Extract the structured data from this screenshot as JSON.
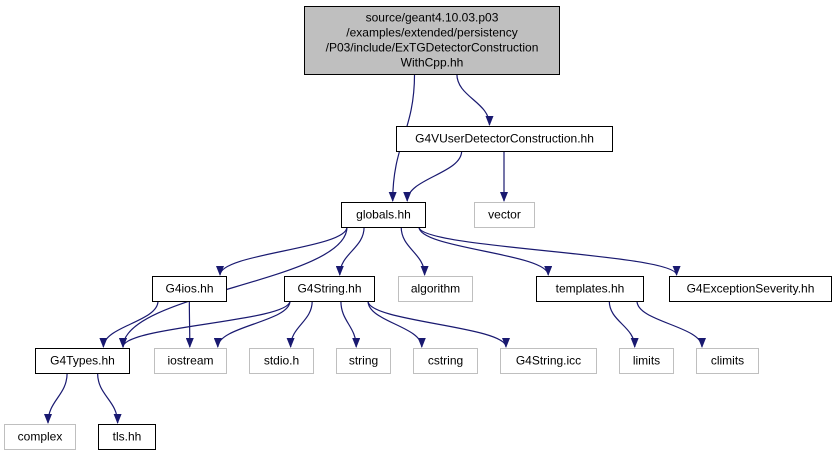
{
  "colors": {
    "root_fill": "#bfbfbf",
    "root_stroke": "#000000",
    "header_stroke": "#000000",
    "external_stroke": "#bfbfbf",
    "edge": "#191970",
    "text": "#000000"
  },
  "nodes": [
    {
      "id": "root",
      "lines": [
        "source/geant4.10.03.p03",
        "/examples/extended/persistency",
        "/P03/include/ExTGDetectorConstruction",
        "WithCpp.hh"
      ],
      "kind": "root"
    },
    {
      "id": "g4vuser",
      "lines": [
        "G4VUserDetectorConstruction.hh"
      ],
      "kind": "header"
    },
    {
      "id": "globals",
      "lines": [
        "globals.hh"
      ],
      "kind": "header"
    },
    {
      "id": "vector",
      "lines": [
        "vector"
      ],
      "kind": "external"
    },
    {
      "id": "g4ios",
      "lines": [
        "G4ios.hh"
      ],
      "kind": "header"
    },
    {
      "id": "g4string",
      "lines": [
        "G4String.hh"
      ],
      "kind": "header"
    },
    {
      "id": "algorithm",
      "lines": [
        "algorithm"
      ],
      "kind": "external"
    },
    {
      "id": "templates",
      "lines": [
        "templates.hh"
      ],
      "kind": "header"
    },
    {
      "id": "g4exc",
      "lines": [
        "G4ExceptionSeverity.hh"
      ],
      "kind": "header"
    },
    {
      "id": "g4types",
      "lines": [
        "G4Types.hh"
      ],
      "kind": "header"
    },
    {
      "id": "iostream",
      "lines": [
        "iostream"
      ],
      "kind": "external"
    },
    {
      "id": "stdio",
      "lines": [
        "stdio.h"
      ],
      "kind": "external"
    },
    {
      "id": "string",
      "lines": [
        "string"
      ],
      "kind": "external"
    },
    {
      "id": "cstring",
      "lines": [
        "cstring"
      ],
      "kind": "external"
    },
    {
      "id": "g4stringicc",
      "lines": [
        "G4String.icc"
      ],
      "kind": "external"
    },
    {
      "id": "limits",
      "lines": [
        "limits"
      ],
      "kind": "external"
    },
    {
      "id": "climits",
      "lines": [
        "climits"
      ],
      "kind": "external"
    },
    {
      "id": "complex",
      "lines": [
        "complex"
      ],
      "kind": "external"
    },
    {
      "id": "tls",
      "lines": [
        "tls.hh"
      ],
      "kind": "header"
    }
  ],
  "edges": [
    {
      "from": "root",
      "to": "g4vuser"
    },
    {
      "from": "root",
      "to": "globals"
    },
    {
      "from": "g4vuser",
      "to": "globals"
    },
    {
      "from": "g4vuser",
      "to": "vector"
    },
    {
      "from": "globals",
      "to": "g4ios"
    },
    {
      "from": "globals",
      "to": "g4string"
    },
    {
      "from": "globals",
      "to": "algorithm"
    },
    {
      "from": "globals",
      "to": "templates"
    },
    {
      "from": "globals",
      "to": "g4exc"
    },
    {
      "from": "globals",
      "to": "g4types"
    },
    {
      "from": "g4ios",
      "to": "g4types"
    },
    {
      "from": "g4ios",
      "to": "iostream"
    },
    {
      "from": "g4string",
      "to": "g4types"
    },
    {
      "from": "g4string",
      "to": "iostream"
    },
    {
      "from": "g4string",
      "to": "stdio"
    },
    {
      "from": "g4string",
      "to": "string"
    },
    {
      "from": "g4string",
      "to": "cstring"
    },
    {
      "from": "g4string",
      "to": "g4stringicc"
    },
    {
      "from": "templates",
      "to": "limits"
    },
    {
      "from": "templates",
      "to": "climits"
    },
    {
      "from": "g4types",
      "to": "complex"
    },
    {
      "from": "g4types",
      "to": "tls"
    }
  ]
}
